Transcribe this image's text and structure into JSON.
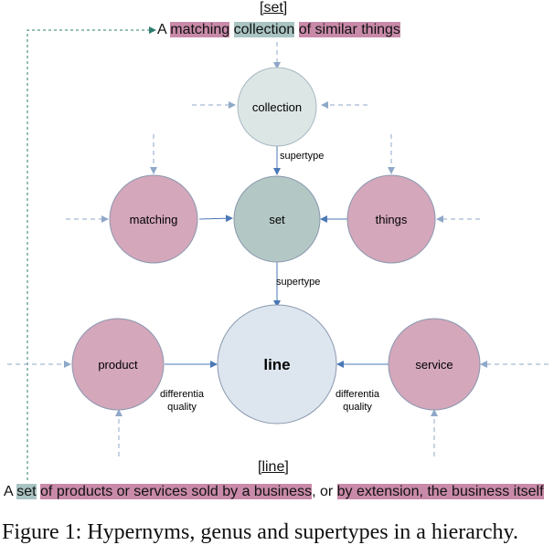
{
  "top": {
    "term": "[set]",
    "parts": [
      {
        "text": "A ",
        "hl": ""
      },
      {
        "text": "matching",
        "hl": "pink"
      },
      {
        "text": " ",
        "hl": ""
      },
      {
        "text": "collection",
        "hl": "teal"
      },
      {
        "text": " ",
        "hl": ""
      },
      {
        "text": "of similar things",
        "hl": "pink"
      }
    ]
  },
  "bottom": {
    "term": "[line]",
    "parts": [
      {
        "text": "A ",
        "hl": ""
      },
      {
        "text": "set",
        "hl": "teal"
      },
      {
        "text": " ",
        "hl": ""
      },
      {
        "text": "of products or services sold by a business",
        "hl": "pink"
      },
      {
        "text": ", or ",
        "hl": ""
      },
      {
        "text": "by extension, the business itself",
        "hl": "pink"
      }
    ]
  },
  "nodes": {
    "collection": "collection",
    "matching": "matching",
    "set": "set",
    "things": "things",
    "product": "product",
    "line": "line",
    "service": "service"
  },
  "edge_labels": {
    "supertype_1": "supertype",
    "supertype_2": "supertype",
    "diff_left_1": "differentia",
    "diff_left_2": "quality",
    "diff_right_1": "differentia",
    "diff_right_2": "quality"
  },
  "caption": "Figure 1:  Hypernyms, genus and supertypes in a hierarchy.",
  "colors": {
    "pink": "#d4a7bb",
    "teal_dark": "#b3c7c4",
    "teal_light": "#dce6e4",
    "blue_light": "#dde6ef",
    "arrow": "#4a78b5",
    "dashed": "#8fa8c9",
    "link": "#2e7d6e"
  }
}
